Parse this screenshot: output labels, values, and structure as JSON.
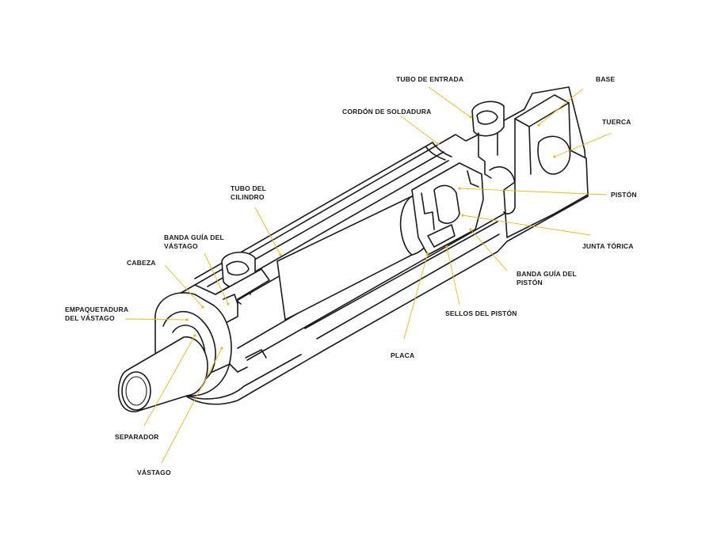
{
  "accent_color": "#e8b923",
  "ink_color": "#1a1a1a",
  "labels": {
    "tubo_de_entrada": "TUBO DE ENTRADA",
    "base": "BASE",
    "cordon_de_soldadura": "CORDÓN DE SOLDADURA",
    "tuerca": "TUERCA",
    "tubo_del_cilindro_1": "TUBO DEL",
    "tubo_del_cilindro_2": "CILINDRO",
    "piston": "PISTÓN",
    "banda_guia_vastago_1": "BANDA GUÍA DEL",
    "banda_guia_vastago_2": "VÁSTAGO",
    "junta_torica": "JUNTA TÓRICA",
    "cabeza": "CABEZA",
    "banda_guia_piston_1": "BANDA GUÍA DEL",
    "banda_guia_piston_2": "PISTÓN",
    "empaquetadura_1": "EMPAQUETADURA",
    "empaquetadura_2": "DEL VÁSTAGO",
    "sellos_del_piston": "SELLOS DEL PISTÓN",
    "placa": "PLACA",
    "separador": "SEPARADOR",
    "vastago": "VÁSTAGO"
  }
}
